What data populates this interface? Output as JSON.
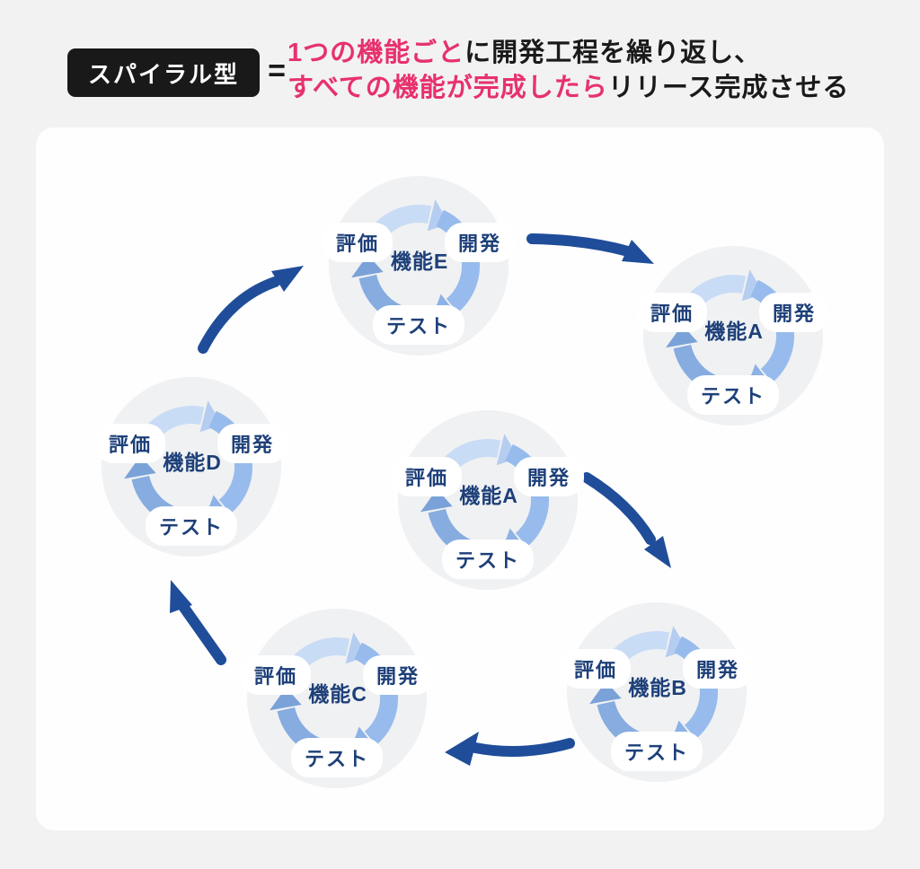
{
  "header": {
    "badge": "スパイラル型",
    "equals": "=",
    "line1": {
      "highlight": "1つの機能ごと",
      "rest": "に開発工程を繰り返し、"
    },
    "line2": {
      "highlight": "すべての機能が完成したら",
      "rest": "リリース完成させる"
    },
    "colors": {
      "highlight": "#E7316D",
      "text": "#1A1A1A",
      "badge_bg": "#191919",
      "badge_text": "#FFFFFF"
    }
  },
  "diagram": {
    "stages": {
      "eval": "評価",
      "dev": "開発",
      "test": "テスト"
    },
    "cycles": [
      {
        "label": "機能E"
      },
      {
        "label": "機能A"
      },
      {
        "label": "機能D"
      },
      {
        "label": "機能A"
      },
      {
        "label": "機能B"
      },
      {
        "label": "機能C"
      }
    ],
    "colors": {
      "connector": "#1F4D99",
      "label_text": "#1E4079",
      "disc": "#F0F1F3",
      "ring_arc1": "#C9DCF5",
      "ring_head1": "#B4CDF0",
      "ring_arc2": "#97BBEC",
      "ring_head2": "#8DB2E6",
      "ring_arc3": "#86ACE0",
      "ring_head3": "#7AA2D8"
    }
  }
}
